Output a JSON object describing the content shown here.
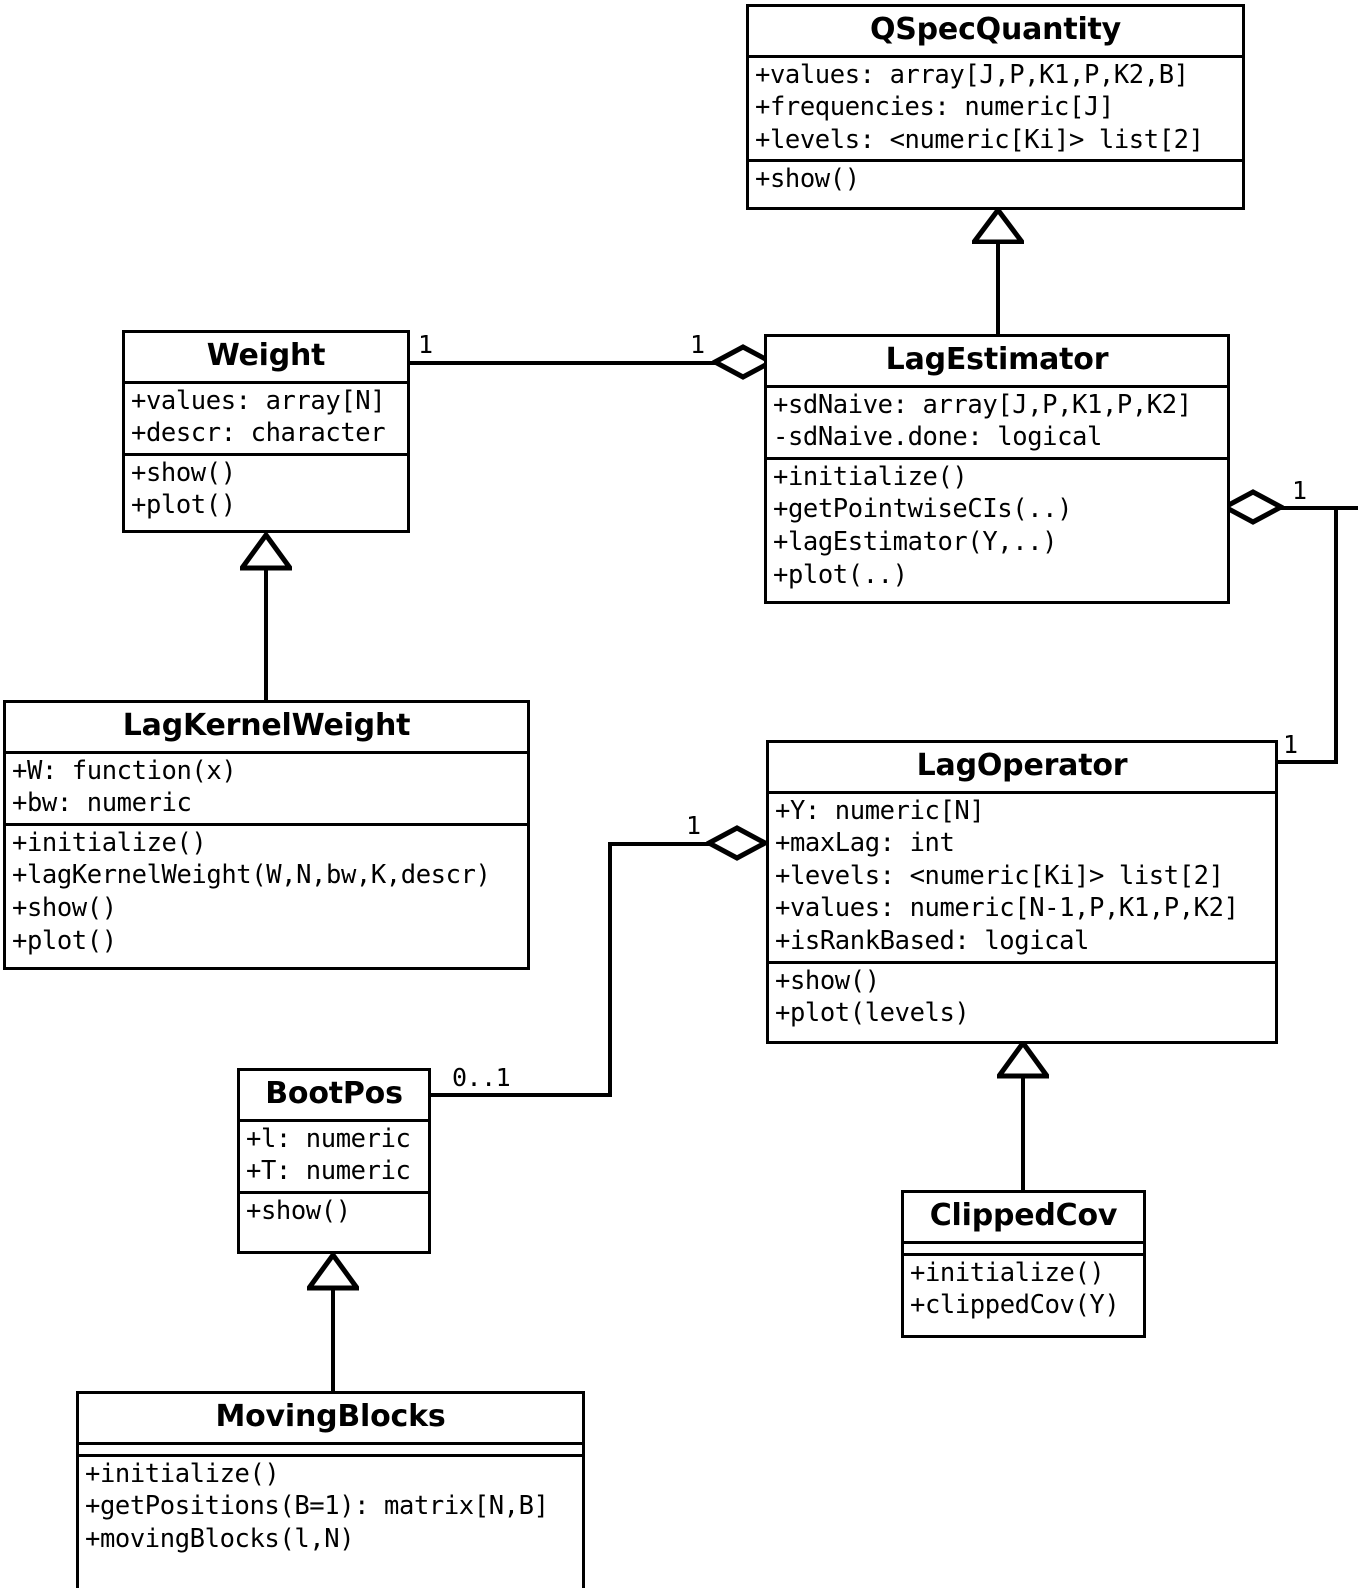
{
  "diagram": {
    "type": "uml-class-diagram",
    "title": "",
    "classes": [
      {
        "id": "qspecquantity",
        "name": "QSpecQuantity",
        "attributes": [
          "+values: array[J,P,K1,P,K2,B]",
          "+frequencies: numeric[J]",
          "+levels: <numeric[Ki]> list[2]"
        ],
        "methods": [
          "+show()"
        ]
      },
      {
        "id": "weight",
        "name": "Weight",
        "attributes": [
          "+values: array[N]",
          "+descr: character"
        ],
        "methods": [
          "+show()",
          "+plot()"
        ]
      },
      {
        "id": "lagestimator",
        "name": "LagEstimator",
        "attributes": [
          "+sdNaive: array[J,P,K1,P,K2]",
          "-sdNaive.done: logical"
        ],
        "methods": [
          "+initialize()",
          "+getPointwiseCIs(..)",
          "+lagEstimator(Y,..)",
          "+plot(..)"
        ]
      },
      {
        "id": "lagkernelweight",
        "name": "LagKernelWeight",
        "attributes": [
          "+W: function(x)",
          "+bw: numeric"
        ],
        "methods": [
          "+initialize()",
          "+lagKernelWeight(W,N,bw,K,descr)",
          "+show()",
          "+plot()"
        ]
      },
      {
        "id": "lagoperator",
        "name": "LagOperator",
        "attributes": [
          "+Y: numeric[N]",
          "+maxLag: int",
          "+levels: <numeric[Ki]> list[2]",
          "+values: numeric[N-1,P,K1,P,K2]",
          "+isRankBased: logical"
        ],
        "methods": [
          "+show()",
          "+plot(levels)"
        ]
      },
      {
        "id": "bootpos",
        "name": "BootPos",
        "attributes": [
          "+l: numeric",
          "+T: numeric"
        ],
        "methods": [
          "+show()"
        ]
      },
      {
        "id": "clippedcov",
        "name": "ClippedCov",
        "attributes": [],
        "methods": [
          "+initialize()",
          "+clippedCov(Y)"
        ]
      },
      {
        "id": "movingblocks",
        "name": "MovingBlocks",
        "attributes": [],
        "methods": [
          "+initialize()",
          "+getPositions(B=1): matrix[N,B]",
          "+movingBlocks(l,N)"
        ]
      }
    ],
    "relations": [
      {
        "id": "r1",
        "kind": "generalization",
        "from": "LagEstimator",
        "to": "QSpecQuantity"
      },
      {
        "id": "r2",
        "kind": "generalization",
        "from": "LagKernelWeight",
        "to": "Weight"
      },
      {
        "id": "r3",
        "kind": "generalization",
        "from": "ClippedCov",
        "to": "LagOperator"
      },
      {
        "id": "r4",
        "kind": "generalization",
        "from": "MovingBlocks",
        "to": "BootPos"
      },
      {
        "id": "r5",
        "kind": "aggregation",
        "from": "LagEstimator",
        "to": "Weight",
        "source_mult": "1",
        "target_mult": "1"
      },
      {
        "id": "r6",
        "kind": "aggregation",
        "from": "LagEstimator",
        "to": "LagOperator",
        "source_mult": "1",
        "target_mult": "1"
      },
      {
        "id": "r7",
        "kind": "aggregation",
        "from": "LagOperator",
        "to": "BootPos",
        "source_mult": "1",
        "target_mult": "0..1"
      }
    ],
    "multiplicity_labels": {
      "weight_right": "1",
      "lagestimator_left": "1",
      "lagestimator_right": "1",
      "lagoperator_right": "1",
      "lagoperator_left": "1",
      "bootpos_right": "0..1"
    }
  }
}
